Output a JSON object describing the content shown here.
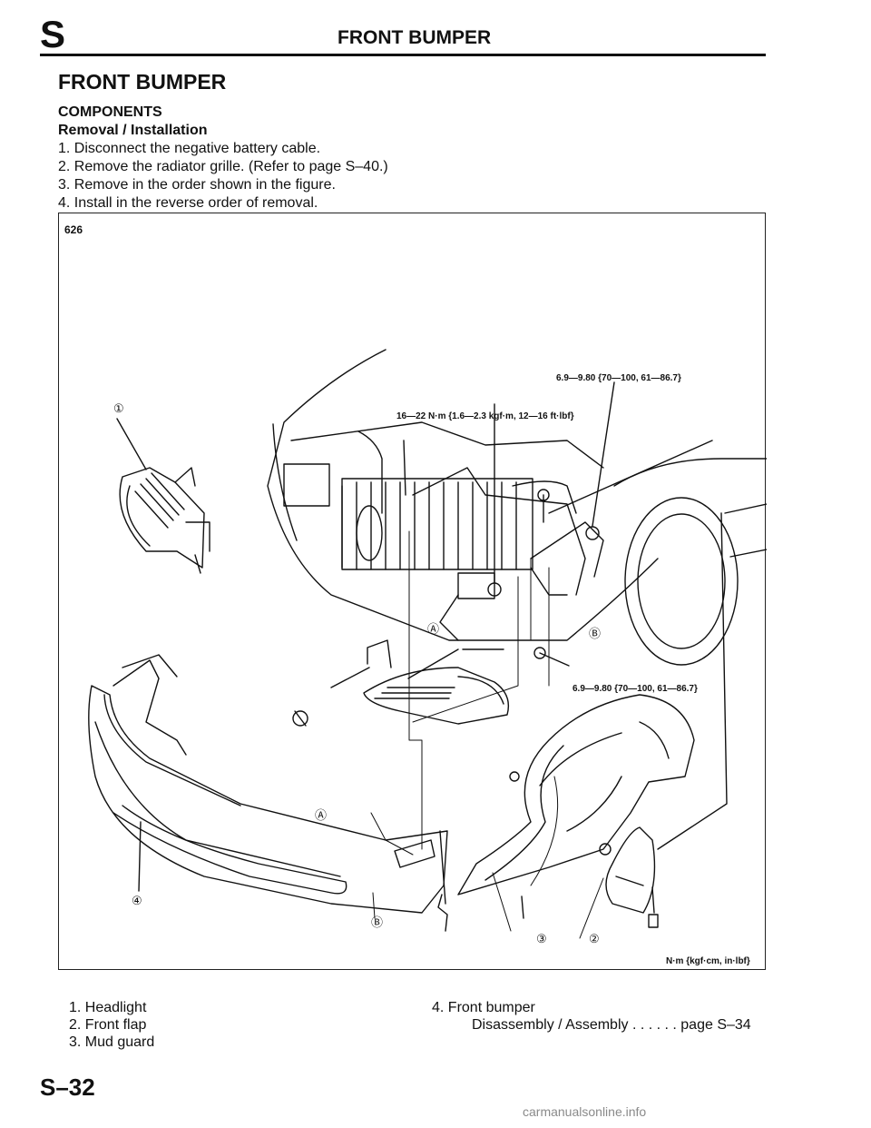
{
  "header": {
    "section_letter": "S",
    "title": "FRONT BUMPER"
  },
  "section_title": "FRONT BUMPER",
  "subheadings": [
    "COMPONENTS",
    "Removal / Installation"
  ],
  "steps": [
    "1.  Disconnect the negative battery cable.",
    "2.  Remove the radiator grille. (Refer to page S–40.)",
    "3.  Remove in the order shown in the figure.",
    "4.  Install in the reverse order of removal."
  ],
  "figure": {
    "model": "626",
    "torque_labels": [
      "6.9—9.80 {70—100, 61—86.7}",
      "16—22 N·m {1.6—2.3 kgf·m, 12—16 ft·lbf}",
      "6.9—9.80 {70—100, 61—86.7}"
    ],
    "callouts": [
      "①",
      "②",
      "③",
      "④",
      "Ⓐ",
      "Ⓐ",
      "Ⓑ",
      "Ⓑ"
    ],
    "unit_note": "N·m {kgf·cm, in·lbf}"
  },
  "legend": {
    "left": [
      "1.  Headlight",
      "2.  Front flap",
      "3.  Mud guard"
    ],
    "right_item": "4.  Front bumper",
    "right_detail": "Disassembly / Assembly  . . . . . .  page S–34"
  },
  "page_number": "S–32",
  "watermark": "carmanualsonline.info"
}
